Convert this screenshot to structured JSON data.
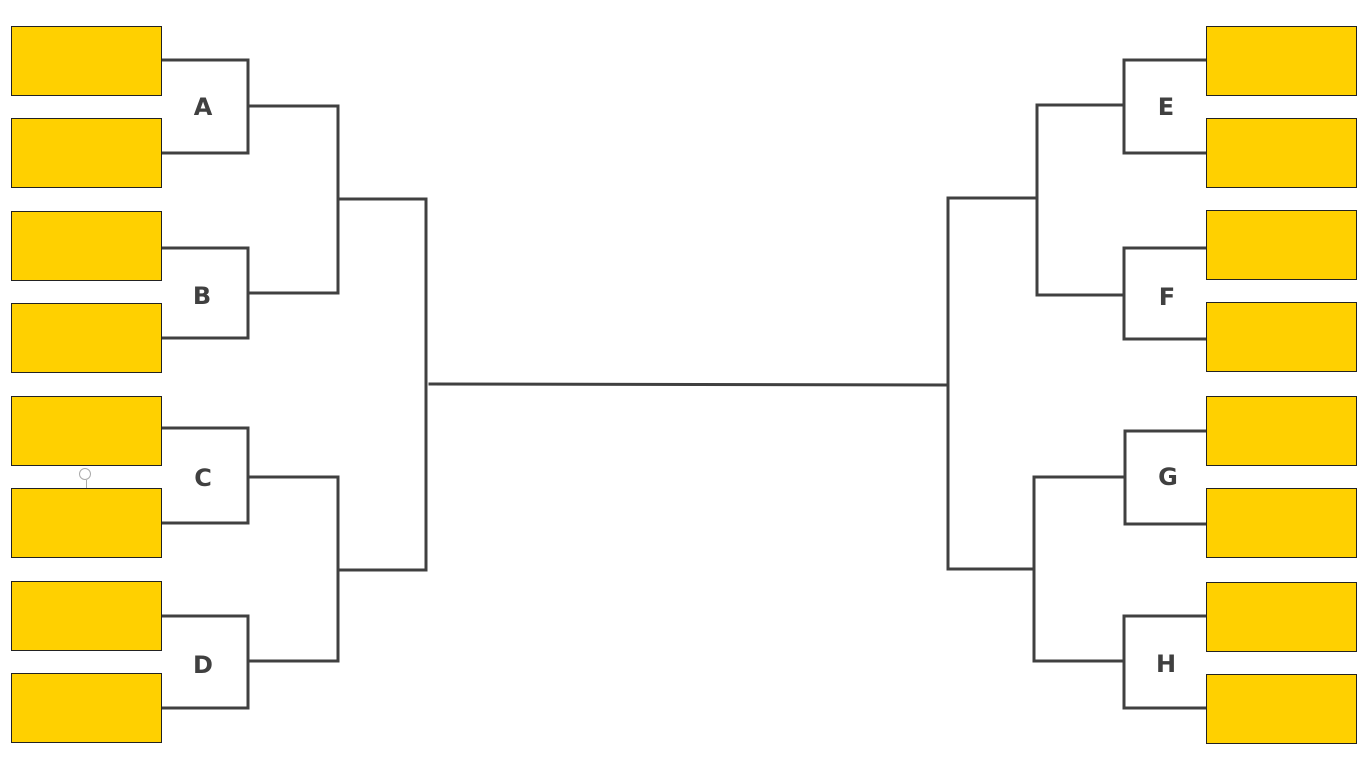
{
  "brackets": {
    "left": [
      "A",
      "B",
      "C",
      "D"
    ],
    "right": [
      "E",
      "F",
      "G",
      "H"
    ]
  },
  "colors": {
    "slot_fill": "#FFD000",
    "line": "#404040"
  }
}
